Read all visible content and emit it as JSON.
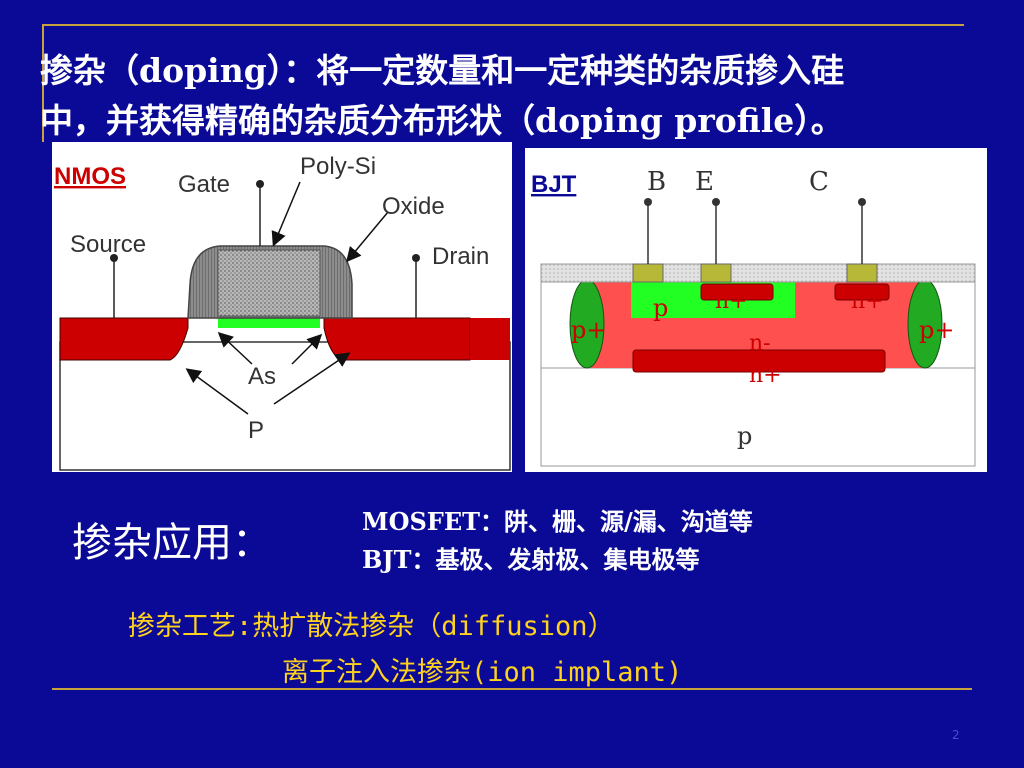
{
  "slide": {
    "title_line1": "掺杂（doping）：将一定数量和一定种类的杂质掺入硅",
    "title_line2": "中，并获得精确的杂质分布形状（doping profile）。",
    "page_number": "2"
  },
  "nmos": {
    "label": "NMOS",
    "gate": "Gate",
    "poly": "Poly-Si",
    "oxide": "Oxide",
    "source": "Source",
    "drain": "Drain",
    "as": "As",
    "p": "P"
  },
  "bjt": {
    "label": "BJT",
    "terminal_b": "B",
    "terminal_e": "E",
    "terminal_c": "C",
    "p_base": "p",
    "n_plus_emitter": "n+",
    "n_plus_collector": "n+",
    "p_plus_left": "p+",
    "p_plus_right": "p+",
    "n_minus": "n-",
    "n_plus_buried": "n+",
    "p_substrate": "p"
  },
  "applications": {
    "label": "掺杂应用：",
    "mosfet": "MOSFET：阱、栅、源/漏、沟道等",
    "bjt": "BJT：基极、发射极、集电极等"
  },
  "process": {
    "line1": "掺杂工艺:热扩散法掺杂（diffusion）",
    "line2": "离子注入法掺杂(ion implant)"
  },
  "colors": {
    "background": "#0a0a96",
    "rule": "#c8a23c",
    "process_text": "#ffd21e",
    "doped_red": "#cc0000",
    "nwell_red": "#ff5050",
    "green": "#22bb22",
    "bright_green": "#22ff22"
  }
}
